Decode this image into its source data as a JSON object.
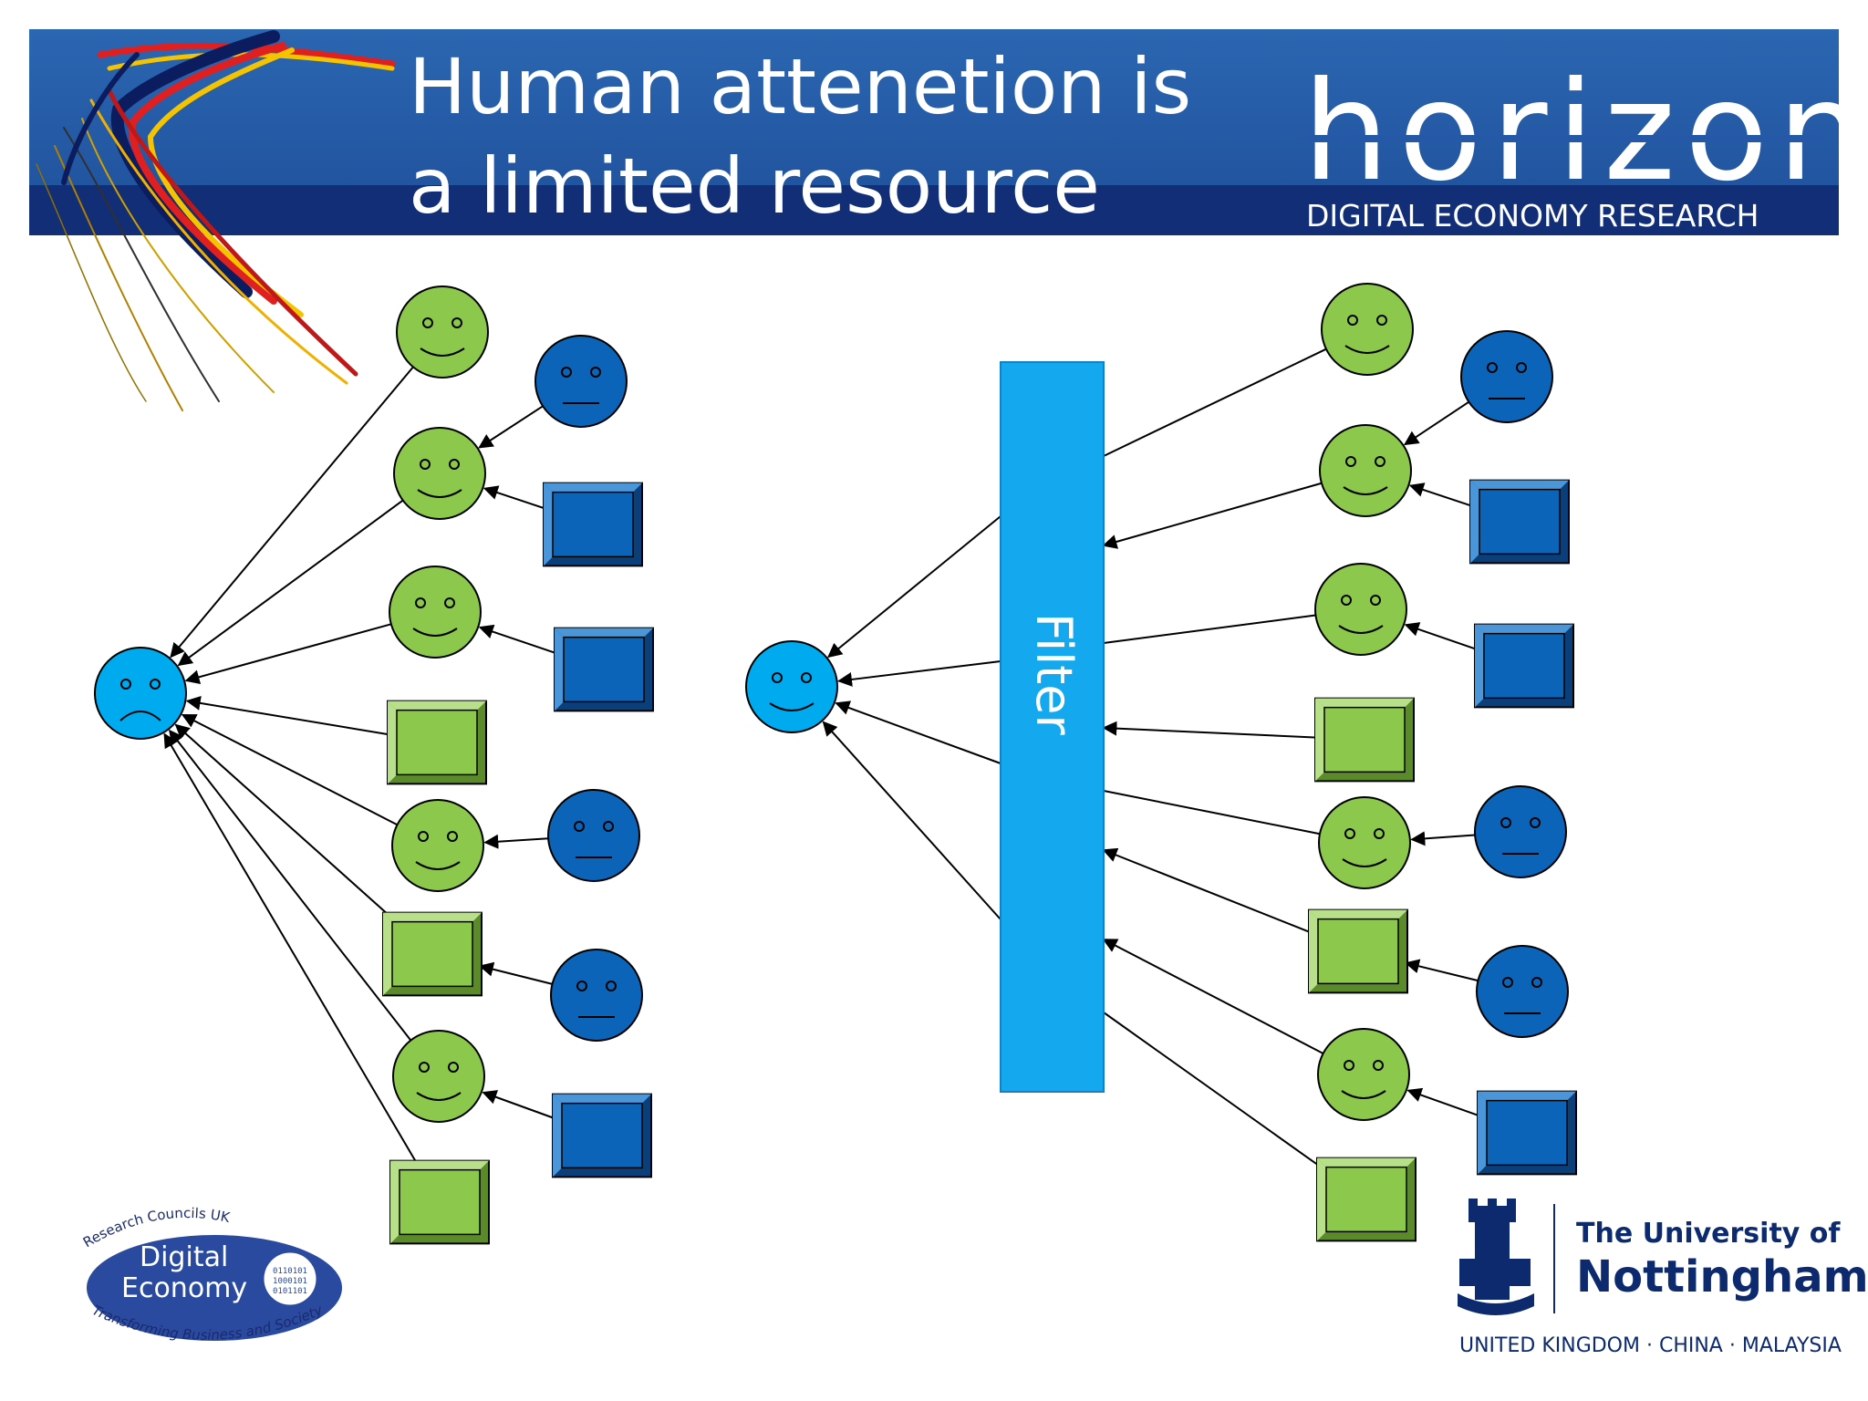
{
  "slide": {
    "title_line1": "Human attenetion is",
    "title_line2": "a limited resource",
    "filter_label": "Filter"
  },
  "logos": {
    "horizon": {
      "wordmark": "horizon",
      "tagline": "DIGITAL ECONOMY RESEARCH"
    },
    "rcuk": {
      "arc_text": "Research Councils UK",
      "line1": "Digital",
      "line2": "Economy",
      "binary": "0110101\n1000101\n0101101",
      "bottom_arc_text": "Transforming Business and Society"
    },
    "nottingham": {
      "line1": "The University of",
      "line2": "Nottingham",
      "tagline": "UNITED KINGDOM · CHINA · MALAYSIA"
    }
  },
  "colors": {
    "header_blue": "#2962ad",
    "header_dark": "#0f2870",
    "green": "#8cc84b",
    "dark_blue": "#0c64b8",
    "light_blue": "#00aaee",
    "filter_blue": "#14a8ee"
  },
  "diagram": {
    "left": {
      "center": {
        "type": "circle",
        "color": "light",
        "face": "sad"
      },
      "nodes": [
        {
          "type": "circle",
          "color": "green",
          "face": "smile"
        },
        {
          "type": "circle",
          "color": "blue",
          "face": "neutral"
        },
        {
          "type": "circle",
          "color": "green",
          "face": "smile"
        },
        {
          "type": "square",
          "color": "blue"
        },
        {
          "type": "circle",
          "color": "green",
          "face": "smile"
        },
        {
          "type": "square",
          "color": "blue"
        },
        {
          "type": "square",
          "color": "green"
        },
        {
          "type": "circle",
          "color": "green",
          "face": "smile"
        },
        {
          "type": "circle",
          "color": "blue",
          "face": "neutral"
        },
        {
          "type": "square",
          "color": "green"
        },
        {
          "type": "circle",
          "color": "blue",
          "face": "neutral"
        },
        {
          "type": "circle",
          "color": "green",
          "face": "smile"
        },
        {
          "type": "square",
          "color": "blue"
        },
        {
          "type": "square",
          "color": "green"
        }
      ]
    },
    "right": {
      "center": {
        "type": "circle",
        "color": "light",
        "face": "smile"
      },
      "nodes": [
        {
          "type": "circle",
          "color": "green",
          "face": "smile"
        },
        {
          "type": "circle",
          "color": "blue",
          "face": "neutral"
        },
        {
          "type": "circle",
          "color": "green",
          "face": "smile"
        },
        {
          "type": "square",
          "color": "blue"
        },
        {
          "type": "circle",
          "color": "green",
          "face": "smile"
        },
        {
          "type": "square",
          "color": "blue"
        },
        {
          "type": "square",
          "color": "green"
        },
        {
          "type": "circle",
          "color": "green",
          "face": "smile"
        },
        {
          "type": "circle",
          "color": "blue",
          "face": "neutral"
        },
        {
          "type": "square",
          "color": "green"
        },
        {
          "type": "circle",
          "color": "blue",
          "face": "neutral"
        },
        {
          "type": "circle",
          "color": "green",
          "face": "smile"
        },
        {
          "type": "square",
          "color": "blue"
        },
        {
          "type": "square",
          "color": "green"
        }
      ]
    }
  }
}
